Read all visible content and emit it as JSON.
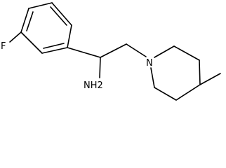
{
  "molecule": {
    "atoms": {
      "fluorine": "F",
      "amine": "NH2",
      "nitrogen": "N"
    }
  }
}
